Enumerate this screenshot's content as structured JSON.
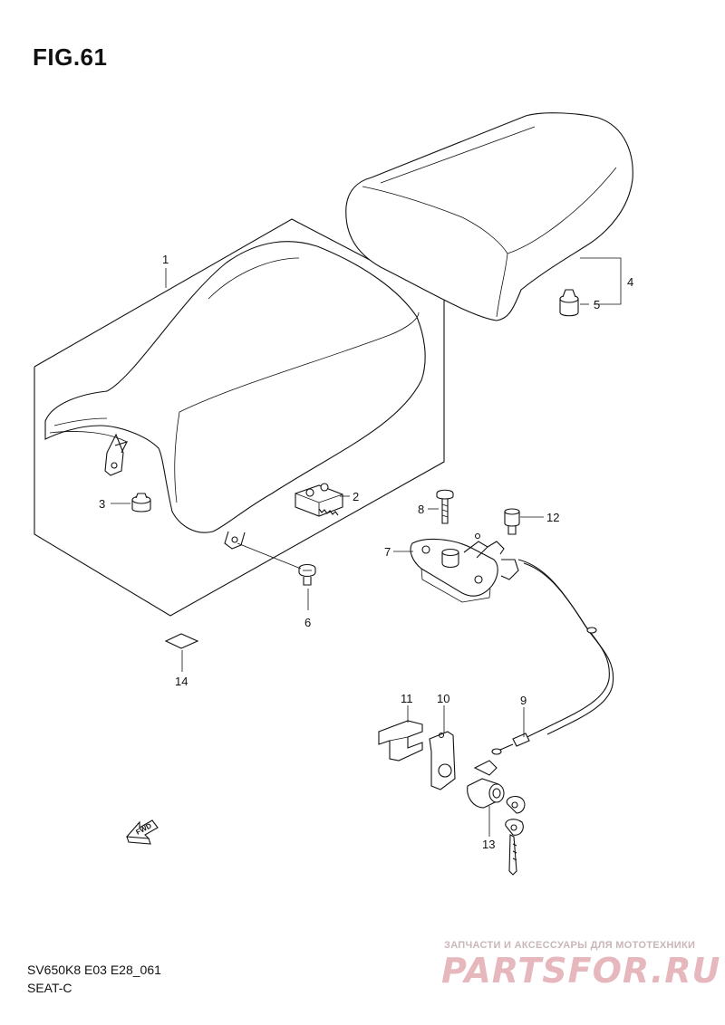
{
  "figure": {
    "title": "FIG.61",
    "model_code": "SV650K8 E03 E28_061",
    "section_name": "SEAT-C"
  },
  "callouts": [
    {
      "key": "p1",
      "label": "1"
    },
    {
      "key": "p2",
      "label": "2"
    },
    {
      "key": "p3",
      "label": "3"
    },
    {
      "key": "p4",
      "label": "4"
    },
    {
      "key": "p5",
      "label": "5"
    },
    {
      "key": "p6",
      "label": "6"
    },
    {
      "key": "p7",
      "label": "7"
    },
    {
      "key": "p8",
      "label": "8"
    },
    {
      "key": "p9",
      "label": "9"
    },
    {
      "key": "p10",
      "label": "10"
    },
    {
      "key": "p11",
      "label": "11"
    },
    {
      "key": "p12",
      "label": "12"
    },
    {
      "key": "p13",
      "label": "13"
    },
    {
      "key": "p14",
      "label": "14"
    }
  ],
  "fwd_arrow": {
    "label": "FWD"
  },
  "watermark": {
    "text": "ЗАПЧАСТИ И АКСЕССУАРЫ ДЛЯ МОТОТЕХНИКИ",
    "logo": "PARTSFOR.RU"
  }
}
